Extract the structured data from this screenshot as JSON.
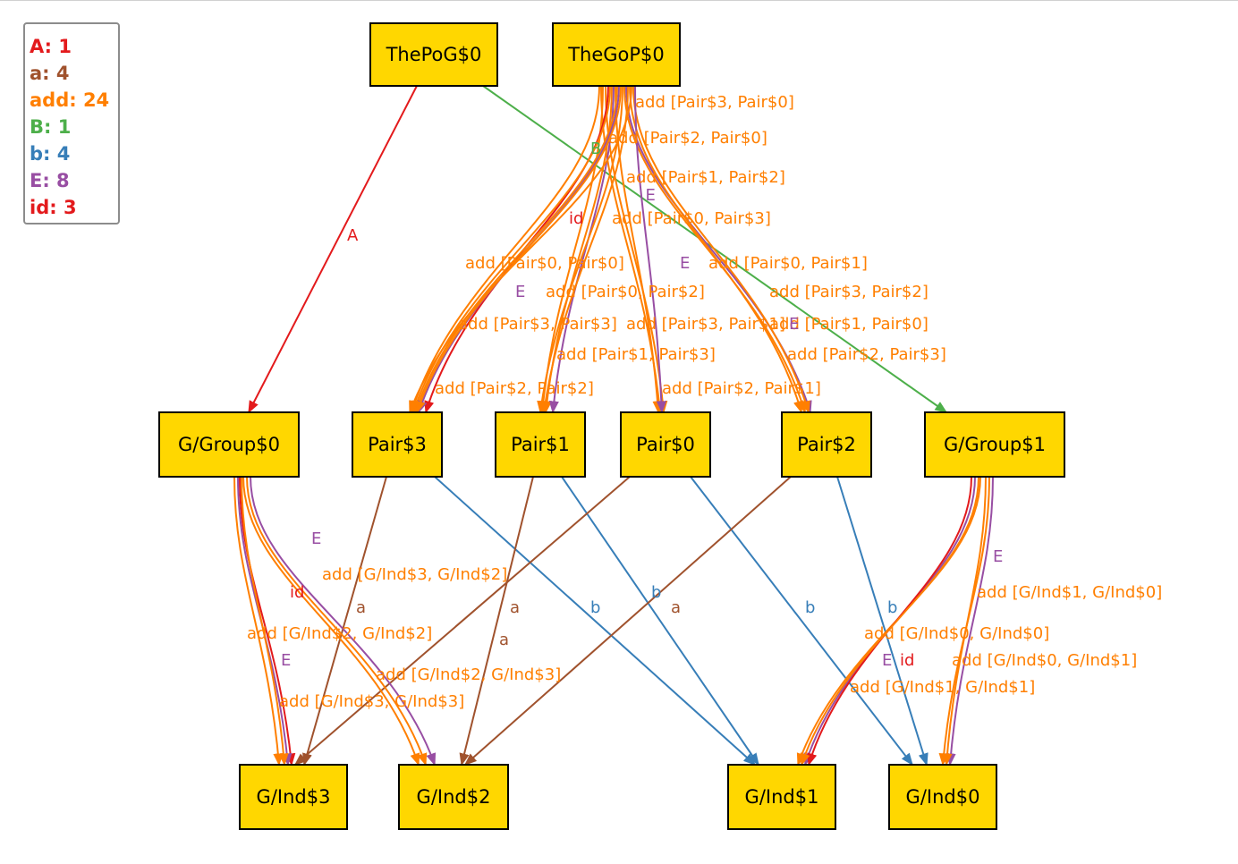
{
  "colors": {
    "A": "#e31a1c",
    "a": "#a0522d",
    "add": "#ff7f00",
    "B": "#4daf4a",
    "b": "#377eb8",
    "E": "#984ea3",
    "id": "#e31a1c"
  },
  "legend": [
    {
      "label": "A: 1",
      "rel": "A"
    },
    {
      "label": "a: 4",
      "rel": "a"
    },
    {
      "label": "add: 24",
      "rel": "add"
    },
    {
      "label": "B: 1",
      "rel": "B"
    },
    {
      "label": "b: 4",
      "rel": "b"
    },
    {
      "label": "E: 8",
      "rel": "E"
    },
    {
      "label": "id: 3",
      "rel": "id"
    }
  ],
  "nodes": [
    {
      "id": "ThePoG$0",
      "label": "ThePoG$0"
    },
    {
      "id": "TheGoP$0",
      "label": "TheGoP$0"
    },
    {
      "id": "G/Group$0",
      "label": "G/Group$0"
    },
    {
      "id": "Pair$3",
      "label": "Pair$3"
    },
    {
      "id": "Pair$1",
      "label": "Pair$1"
    },
    {
      "id": "Pair$0",
      "label": "Pair$0"
    },
    {
      "id": "Pair$2",
      "label": "Pair$2"
    },
    {
      "id": "G/Group$1",
      "label": "G/Group$1"
    },
    {
      "id": "G/Ind$3",
      "label": "G/Ind$3"
    },
    {
      "id": "G/Ind$2",
      "label": "G/Ind$2"
    },
    {
      "id": "G/Ind$1",
      "label": "G/Ind$1"
    },
    {
      "id": "G/Ind$0",
      "label": "G/Ind$0"
    }
  ],
  "edges": [
    {
      "from": "ThePoG$0",
      "to": "G/Group$0",
      "rel": "A",
      "label": "A"
    },
    {
      "from": "ThePoG$0",
      "to": "G/Group$1",
      "rel": "B",
      "label": "B"
    },
    {
      "from": "TheGoP$0",
      "to": "Pair$3",
      "rel": "add",
      "label": "add [Pair$3, Pair$0]"
    },
    {
      "from": "TheGoP$0",
      "to": "Pair$0",
      "rel": "add",
      "label": "add [Pair$2, Pair$0]"
    },
    {
      "from": "TheGoP$0",
      "to": "Pair$1",
      "rel": "add",
      "label": "add [Pair$1, Pair$2]"
    },
    {
      "from": "TheGoP$0",
      "to": "Pair$0",
      "rel": "add",
      "label": "add [Pair$0, Pair$3]"
    },
    {
      "from": "TheGoP$0",
      "to": "Pair$3",
      "rel": "id",
      "label": "id"
    },
    {
      "from": "TheGoP$0",
      "to": "Pair$3",
      "rel": "add",
      "label": "add [Pair$0, Pair$0]"
    },
    {
      "from": "TheGoP$0",
      "to": "Pair$1",
      "rel": "add",
      "label": "add [Pair$0, Pair$1]"
    },
    {
      "from": "TheGoP$0",
      "to": "Pair$1",
      "rel": "E",
      "label": "E"
    },
    {
      "from": "TheGoP$0",
      "to": "Pair$0",
      "rel": "add",
      "label": "add [Pair$0, Pair$2]"
    },
    {
      "from": "TheGoP$0",
      "to": "Pair$3",
      "rel": "add",
      "label": "add [Pair$3, Pair$2]"
    },
    {
      "from": "TheGoP$0",
      "to": "Pair$3",
      "rel": "E",
      "label": "E"
    },
    {
      "from": "TheGoP$0",
      "to": "Pair$3",
      "rel": "add",
      "label": "add [Pair$3, Pair$3]"
    },
    {
      "from": "TheGoP$0",
      "to": "Pair$1",
      "rel": "add",
      "label": "add [Pair$3, Pair$1]"
    },
    {
      "from": "TheGoP$0",
      "to": "Pair$2",
      "rel": "add",
      "label": "add [Pair$1, Pair$0]"
    },
    {
      "from": "TheGoP$0",
      "to": "Pair$2",
      "rel": "E",
      "label": "E"
    },
    {
      "from": "TheGoP$0",
      "to": "Pair$1",
      "rel": "add",
      "label": "add [Pair$1, Pair$3]"
    },
    {
      "from": "TheGoP$0",
      "to": "Pair$2",
      "rel": "add",
      "label": "add [Pair$2, Pair$3]"
    },
    {
      "from": "TheGoP$0",
      "to": "Pair$3",
      "rel": "add",
      "label": "add [Pair$2, Pair$2]"
    },
    {
      "from": "TheGoP$0",
      "to": "Pair$2",
      "rel": "add",
      "label": "add [Pair$2, Pair$1]"
    },
    {
      "from": "TheGoP$0",
      "to": "Pair$0",
      "rel": "E",
      "label": "E"
    },
    {
      "from": "Pair$3",
      "to": "G/Ind$3",
      "rel": "a",
      "label": "a"
    },
    {
      "from": "Pair$3",
      "to": "G/Ind$1",
      "rel": "b",
      "label": "b"
    },
    {
      "from": "Pair$1",
      "to": "G/Ind$2",
      "rel": "a",
      "label": "a"
    },
    {
      "from": "Pair$1",
      "to": "G/Ind$1",
      "rel": "b",
      "label": "b"
    },
    {
      "from": "Pair$0",
      "to": "G/Ind$3",
      "rel": "a",
      "label": "a"
    },
    {
      "from": "Pair$0",
      "to": "G/Ind$0",
      "rel": "b",
      "label": "b"
    },
    {
      "from": "Pair$2",
      "to": "G/Ind$2",
      "rel": "a",
      "label": "a"
    },
    {
      "from": "Pair$2",
      "to": "G/Ind$0",
      "rel": "b",
      "label": "b"
    },
    {
      "from": "G/Group$0",
      "to": "G/Ind$2",
      "rel": "E",
      "label": "E"
    },
    {
      "from": "G/Group$0",
      "to": "G/Ind$2",
      "rel": "add",
      "label": "add [G/Ind$3, G/Ind$2]"
    },
    {
      "from": "G/Group$0",
      "to": "G/Ind$3",
      "rel": "id",
      "label": "id"
    },
    {
      "from": "G/Group$0",
      "to": "G/Ind$3",
      "rel": "add",
      "label": "add [G/Ind$2, G/Ind$2]"
    },
    {
      "from": "G/Group$0",
      "to": "G/Ind$3",
      "rel": "E",
      "label": "E"
    },
    {
      "from": "G/Group$0",
      "to": "G/Ind$2",
      "rel": "add",
      "label": "add [G/Ind$2, G/Ind$3]"
    },
    {
      "from": "G/Group$0",
      "to": "G/Ind$3",
      "rel": "add",
      "label": "add [G/Ind$3, G/Ind$3]"
    },
    {
      "from": "G/Group$1",
      "to": "G/Ind$0",
      "rel": "E",
      "label": "E"
    },
    {
      "from": "G/Group$1",
      "to": "G/Ind$0",
      "rel": "add",
      "label": "add [G/Ind$1, G/Ind$0]"
    },
    {
      "from": "G/Group$1",
      "to": "G/Ind$1",
      "rel": "add",
      "label": "add [G/Ind$0, G/Ind$0]"
    },
    {
      "from": "G/Group$1",
      "to": "G/Ind$1",
      "rel": "E",
      "label": "E"
    },
    {
      "from": "G/Group$1",
      "to": "G/Ind$1",
      "rel": "id",
      "label": "id"
    },
    {
      "from": "G/Group$1",
      "to": "G/Ind$0",
      "rel": "add",
      "label": "add [G/Ind$0, G/Ind$1]"
    },
    {
      "from": "G/Group$1",
      "to": "G/Ind$1",
      "rel": "add",
      "label": "add [G/Ind$1, G/Ind$1]"
    }
  ]
}
